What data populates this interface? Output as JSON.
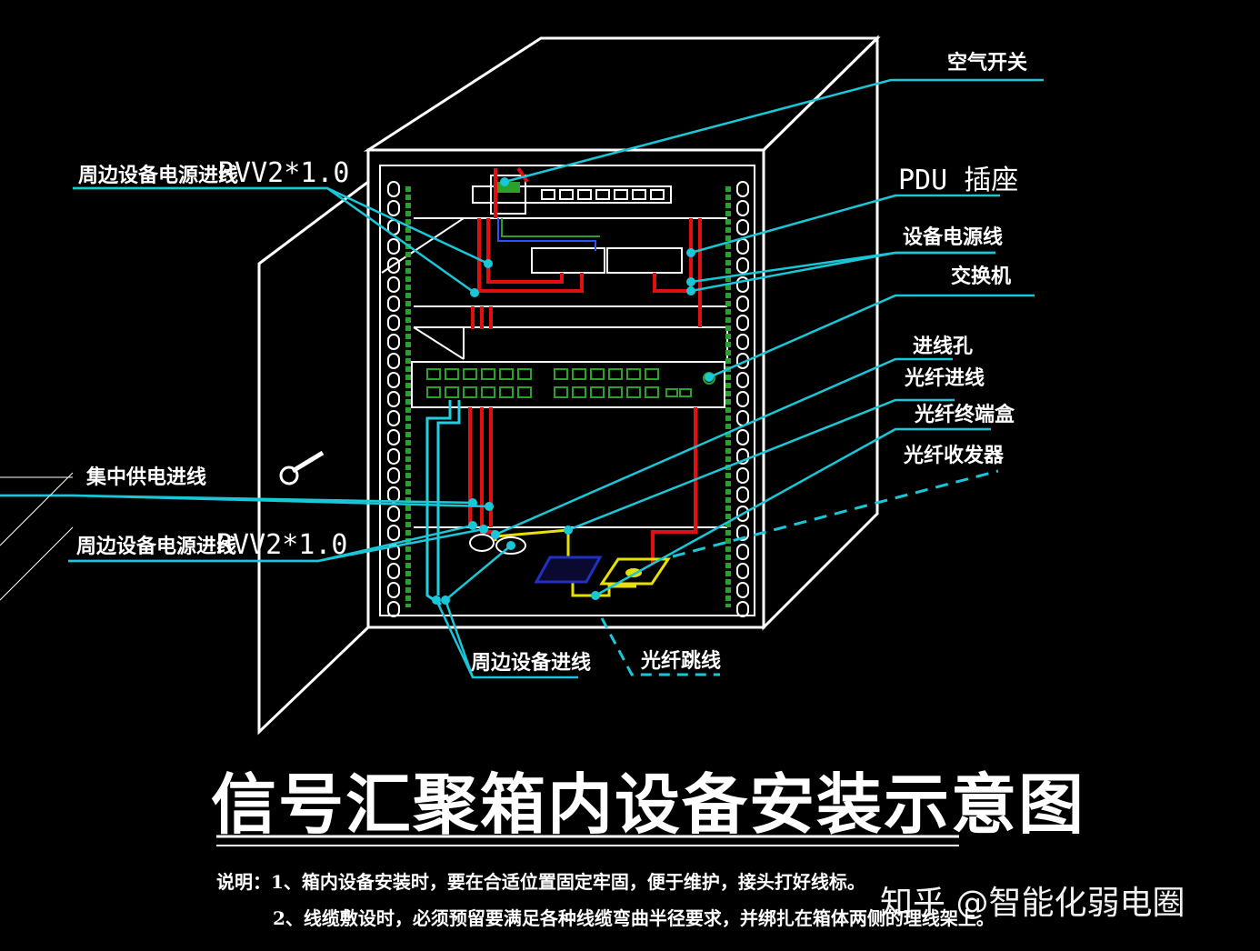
{
  "title": "信号汇聚箱内设备安装示意图",
  "labels": {
    "air_switch": "空气开关",
    "pdu": "PDU 插座",
    "device_power": "设备电源线",
    "switch": "交换机",
    "cable_hole": "进线孔",
    "fiber_in": "光纤进线",
    "fiber_terminal": "光纤终端盒",
    "transceiver": "光纤收发器",
    "peripheral_power_top": "周边设备电源进线",
    "rvv_top": "RVV2*1.0",
    "central_power": "集中供电进线",
    "peripheral_power_bottom": "周边设备电源进线",
    "rvv_bottom": "RVV2*1.0",
    "peripheral_in": "周边设备进线",
    "fiber_patch": "光纤跳线"
  },
  "notes": {
    "line1": "说明：1、箱内设备安装时，要在合适位置固定牢固，便于维护，接头打好线标。",
    "line2": "2、线缆敷设时，必须预留要满足各种线缆弯曲半径要求，并绑扎在箱体两侧的理线架上。"
  },
  "watermark": "知乎 @智能化弱电圈",
  "colors": {
    "outline": "#ffffff",
    "leader": "#19c8d8",
    "power": "#e01010",
    "ground": "#2ca02c",
    "fiber": "#e8e000",
    "network": "#20d0e0",
    "device_blue": "#2030c0"
  }
}
